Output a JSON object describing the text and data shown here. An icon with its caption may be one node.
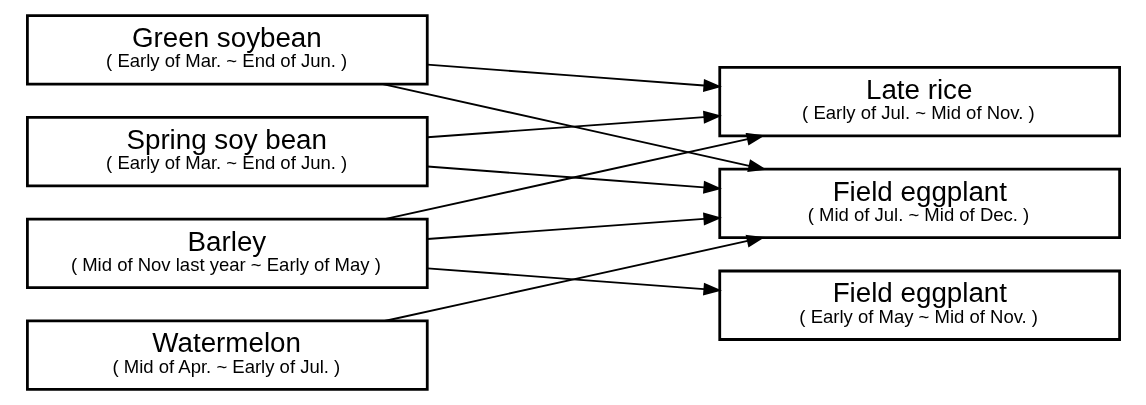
{
  "diagram": {
    "nodes": [
      {
        "text": [
          "Green soybean",
          "( Early of Mar. ~ End of Jun. )"
        ]
      },
      {
        "text": [
          "Spring soy bean",
          "( Early of Mar. ~ End of Jun. )"
        ]
      },
      {
        "text": [
          "Barley",
          "( Mid of Nov last year ~ Early of May )"
        ]
      },
      {
        "text": [
          "Watermelon",
          "( Mid of Apr. ~ Early of Jul. )"
        ]
      },
      {
        "text": [
          "Late rice",
          "( Early of Jul. ~ Mid of Nov. )"
        ]
      },
      {
        "text": [
          "Field eggplant",
          "( Mid of Jul. ~ Mid of Dec. )"
        ]
      },
      {
        "text": [
          "Field eggplant",
          "( Early of May ~ Mid of Nov. )"
        ]
      }
    ],
    "edges": [
      {
        "from": 0,
        "to": 4,
        "arrow": "to"
      },
      {
        "from": 0,
        "to": 5,
        "arrow": "to"
      },
      {
        "from": 1,
        "to": 4,
        "arrow": "to"
      },
      {
        "from": 1,
        "to": 5,
        "arrow": "to"
      },
      {
        "from": 2,
        "to": 4,
        "arrow": "to"
      },
      {
        "from": 2,
        "to": 5,
        "arrow": "to"
      },
      {
        "from": 2,
        "to": 6,
        "arrow": "to"
      },
      {
        "from": 3,
        "to": 5,
        "arrow": "to"
      }
    ]
  }
}
